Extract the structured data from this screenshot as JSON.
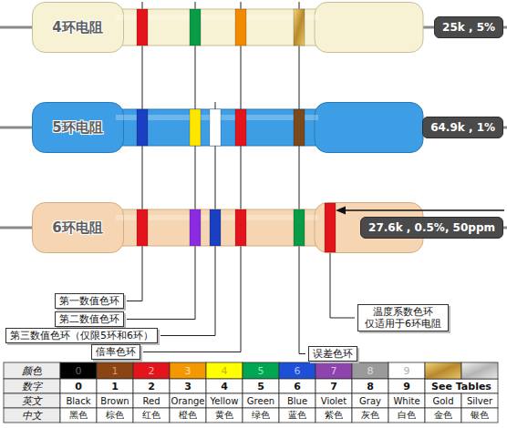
{
  "diagram": {
    "nodes": [
      {
        "text": [
          "4环电阻"
        ]
      },
      {
        "text": [
          "25k , 5%"
        ]
      },
      {
        "text": [
          "5环电阻"
        ]
      },
      {
        "text": [
          "64.9k , 1%"
        ]
      },
      {
        "text": [
          "6环电阻"
        ]
      },
      {
        "text": [
          "27.6k , 0.5%, 50ppm"
        ]
      },
      {
        "text": [
          "第一数值色环"
        ]
      },
      {
        "text": [
          "第二数值色环"
        ]
      },
      {
        "text": [
          "第三数值色环（仅限5环和6环）"
        ]
      },
      {
        "text": [
          "倍率色环"
        ]
      },
      {
        "text": [
          "误差色环"
        ]
      },
      {
        "text": [
          "温度系数色环 仅适用于6环电阻"
        ]
      }
    ],
    "labels": [
      "颜色",
      "0",
      "1",
      "2",
      "3",
      "4",
      "5",
      "6",
      "7",
      "8",
      "9",
      "数字",
      "0",
      "1",
      "2",
      "3",
      "4",
      "5",
      "6",
      "7",
      "8",
      "9",
      "See Tables",
      "英文",
      "Black",
      "Brown",
      "Red",
      "Orange",
      "Yellow",
      "Green",
      "Blue",
      "Violet",
      "Gray",
      "White",
      "Gold",
      "Silver",
      "中文",
      "黑色",
      "棕色",
      "红色",
      "橙色",
      "黄色",
      "绿色",
      "蓝色",
      "紫色",
      "灰色",
      "白色",
      "金色",
      "银色"
    ]
  }
}
